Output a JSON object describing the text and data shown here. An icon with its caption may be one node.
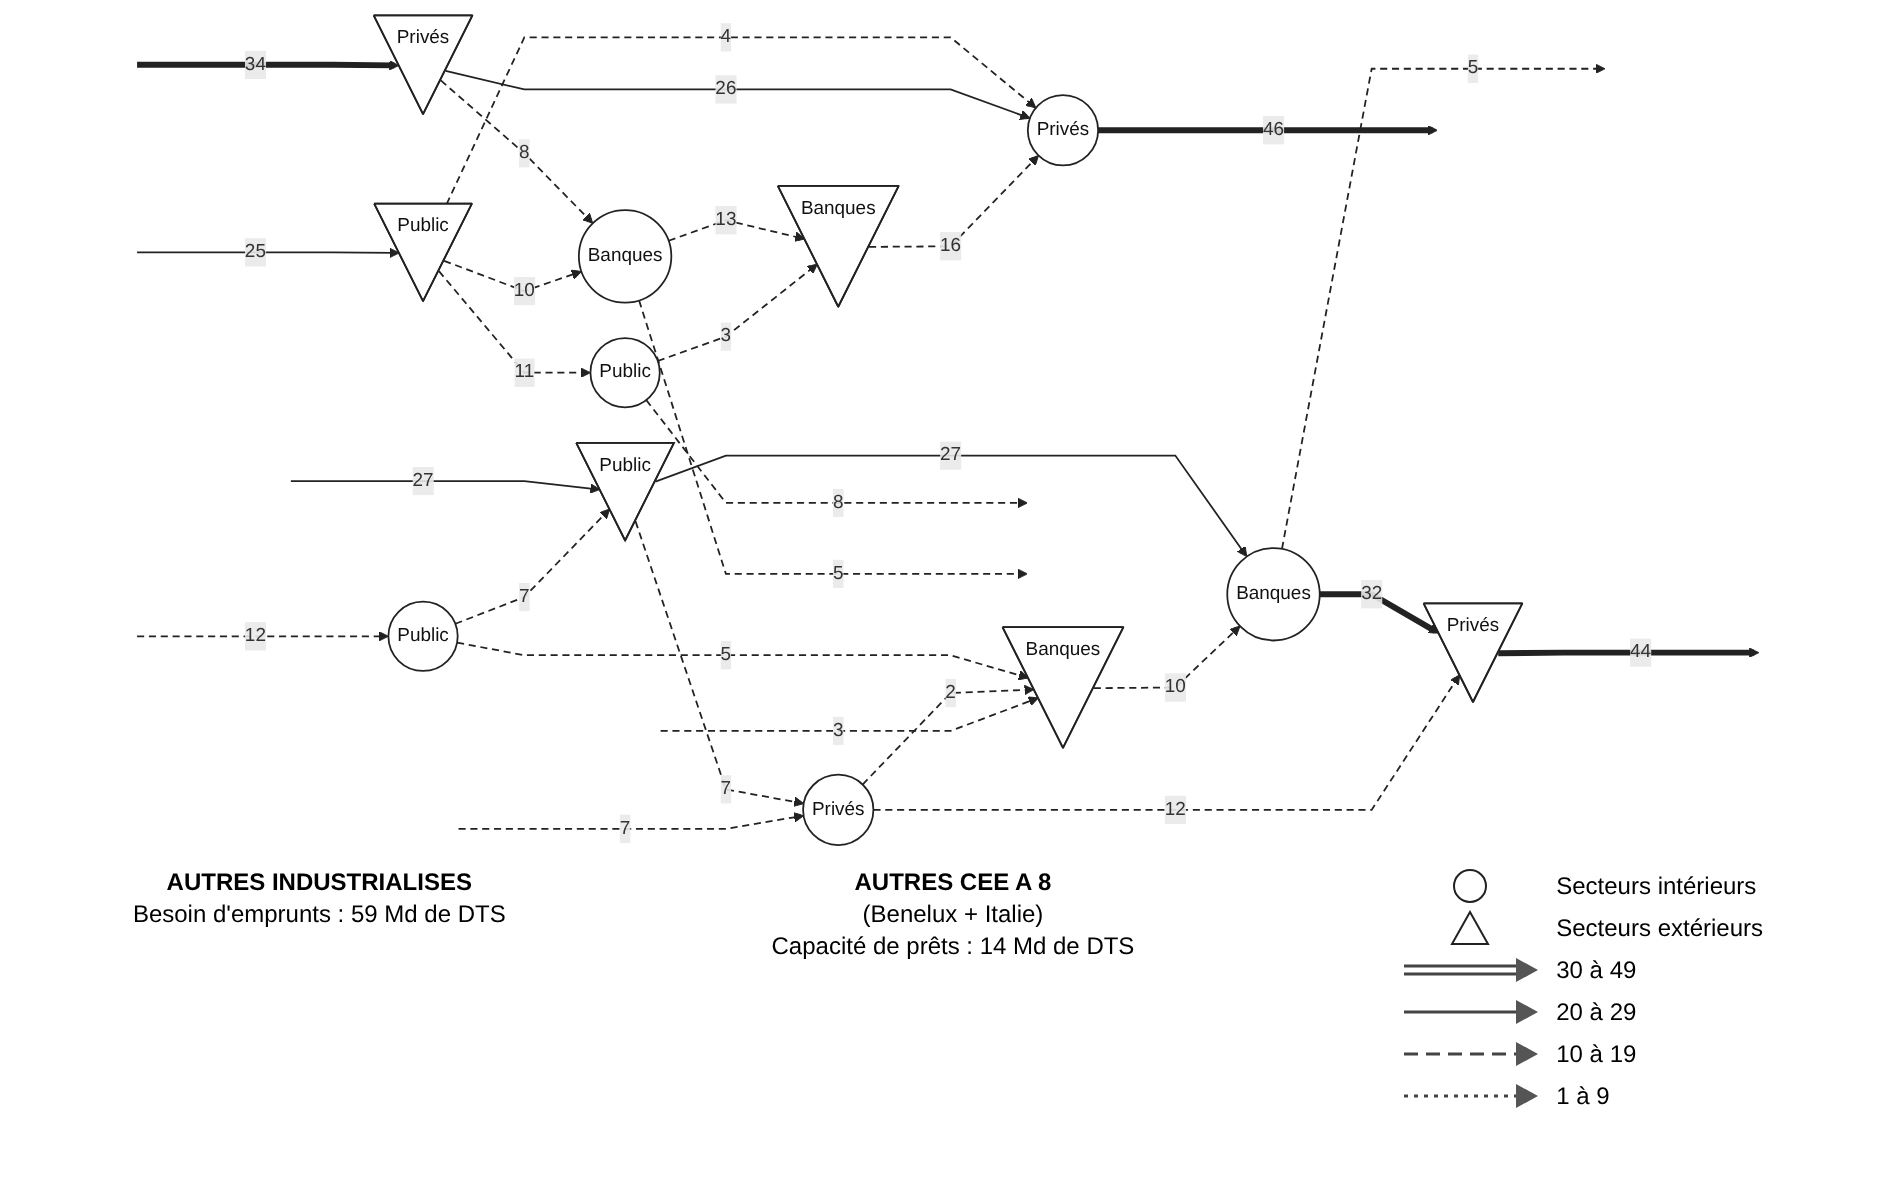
{
  "diagram": {
    "nodes": [
      {
        "text": [
          "Banques"
        ]
      },
      {
        "text": [
          "Privés"
        ]
      },
      {
        "text": [
          "Public"
        ]
      },
      {
        "text": [
          "Public"
        ]
      },
      {
        "text": [
          "Banques"
        ]
      },
      {
        "text": [
          "Privés"
        ]
      },
      {
        "text": [
          "Banques"
        ]
      },
      {
        "text": [
          "Privés"
        ]
      },
      {
        "text": [
          "Public"
        ]
      },
      {
        "text": [
          "Public"
        ]
      },
      {
        "text": [
          "Banques"
        ]
      },
      {
        "text": [
          "Privés"
        ]
      }
    ],
    "edges": [
      {
        "from": 1,
        "to": null,
        "arrow": "to",
        "label": "46",
        "style": "thick"
      },
      {
        "from": 0,
        "to": 1,
        "arrow": "to",
        "label": "16",
        "style": "dashed"
      },
      {
        "from": 2,
        "to": 0,
        "arrow": "to",
        "label": "3",
        "style": "dashed"
      },
      {
        "from": 2,
        "to": null,
        "arrow": "to",
        "label": "8",
        "style": "dashed"
      },
      {
        "from": 5,
        "to": 1,
        "arrow": "to",
        "label": "26"
      },
      {
        "from": 4,
        "to": 0,
        "arrow": "to",
        "label": "13",
        "style": "dashed"
      },
      {
        "from": 3,
        "to": 2,
        "arrow": "to",
        "label": "11",
        "style": "dashed"
      },
      {
        "from": 3,
        "to": 1,
        "arrow": "to",
        "label": "4",
        "style": "dashed"
      },
      {
        "from": null,
        "to": 3,
        "arrow": "to",
        "label": "25"
      },
      {
        "from": 3,
        "to": 4,
        "arrow": "to",
        "label": "10",
        "style": "dashed"
      },
      {
        "from": 5,
        "to": 4,
        "arrow": "to",
        "label": "8",
        "style": "dashed"
      },
      {
        "from": null,
        "to": 5,
        "arrow": "to",
        "label": "34",
        "style": "thick"
      },
      {
        "from": 4,
        "to": null,
        "arrow": "to",
        "label": "5",
        "style": "dashed"
      },
      {
        "from": null,
        "to": 6,
        "arrow": "to",
        "label": "3",
        "style": "dashed"
      },
      {
        "from": null,
        "to": 7,
        "arrow": "to",
        "label": "7",
        "style": "dashed"
      },
      {
        "from": 7,
        "to": 6,
        "arrow": "to",
        "label": "2",
        "style": "dashed"
      },
      {
        "from": 8,
        "to": 6,
        "arrow": "to",
        "label": "5",
        "style": "dashed"
      },
      {
        "from": null,
        "to": 8,
        "arrow": "to",
        "label": "12",
        "style": "dashed"
      },
      {
        "from": 7,
        "to": 11,
        "arrow": "to",
        "label": "12",
        "style": "dashed"
      },
      {
        "from": 8,
        "to": 9,
        "arrow": "to",
        "label": "7",
        "style": "dashed"
      },
      {
        "from": 6,
        "to": 10,
        "arrow": "to",
        "label": "10",
        "style": "dashed"
      },
      {
        "from": 9,
        "to": 7,
        "arrow": "to",
        "label": "7",
        "style": "dashed"
      },
      {
        "from": null,
        "to": 9,
        "arrow": "to",
        "label": "27"
      },
      {
        "from": 9,
        "to": 10,
        "arrow": "to",
        "label": "27"
      },
      {
        "from": 10,
        "to": 11,
        "arrow": "to",
        "label": "32",
        "style": "thick"
      },
      {
        "from": 11,
        "to": null,
        "arrow": "to",
        "label": "44",
        "style": "thick"
      },
      {
        "from": 10,
        "to": null,
        "arrow": "to",
        "label": "5",
        "style": "dashed"
      }
    ],
    "labels": [
      "AUTRES INDUSTRIALISES",
      "Besoin d'emprunts : 59 Md de DTS",
      "AUTRES CEE A 8",
      "(Benelux + Italie)",
      "Capacité de prêts : 14 Md de DTS"
    ],
    "legend": [
      {
        "text": "Secteurs intérieurs"
      },
      {
        "text": "Secteurs extérieurs"
      },
      {
        "text": "30 à 49"
      },
      {
        "text": "20 à 29"
      },
      {
        "text": "10 à 19"
      },
      {
        "text": "1 à 9"
      }
    ]
  }
}
